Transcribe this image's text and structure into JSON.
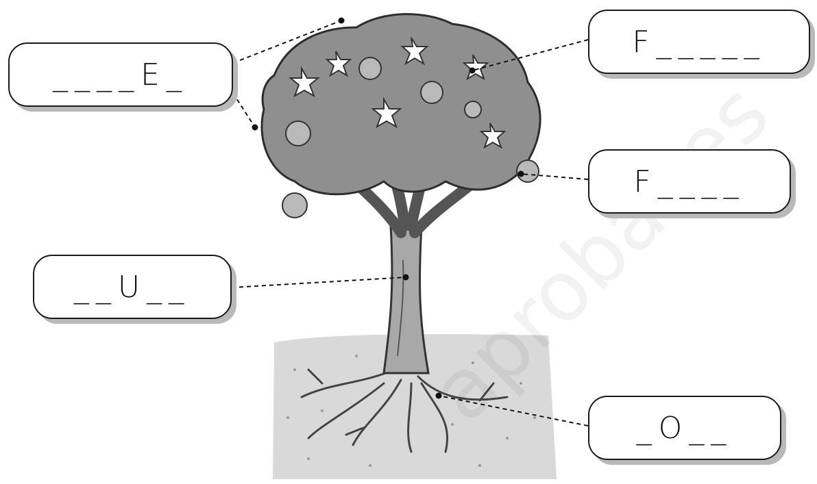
{
  "labels": {
    "hojas": "____E_",
    "flores": "F_____",
    "fruto": "F____",
    "tronco": "__U__",
    "raices": "_O__"
  },
  "watermark": "aprobar.es"
}
